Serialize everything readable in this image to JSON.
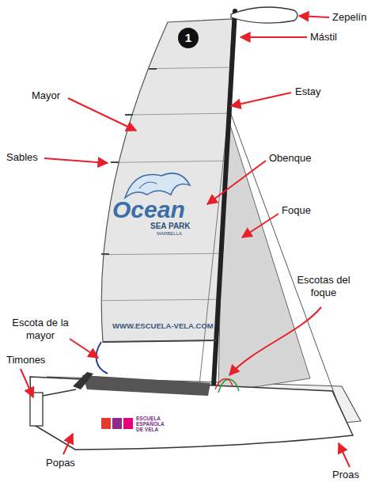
{
  "diagram": {
    "labels": [
      "Zepelín",
      "Mástil",
      "Estay",
      "Mayor",
      "Sables",
      "Obenque",
      "Foque",
      "Escotas del foque",
      "Escota de la mayor",
      "Timones",
      "1",
      "Ocean",
      "SEA PARK",
      "MARBELLA",
      "WWW.ESCUELA-VELA.COM",
      "ESCUELA ESPAÑOLA DE VELA",
      "Popas",
      "Proas"
    ]
  }
}
